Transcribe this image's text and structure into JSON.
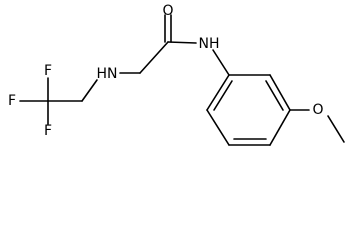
{
  "molecule": {
    "colors": {
      "bond": "#000000",
      "label": "#000000",
      "background": "#ffffff"
    },
    "labels": {
      "oxygen_carbonyl": "O",
      "amide_nh": "NH",
      "amine_nh": "HN",
      "oxygen_methoxy": "O",
      "fluorine_upper": "F",
      "fluorine_left": "F",
      "fluorine_lower": "F"
    }
  }
}
